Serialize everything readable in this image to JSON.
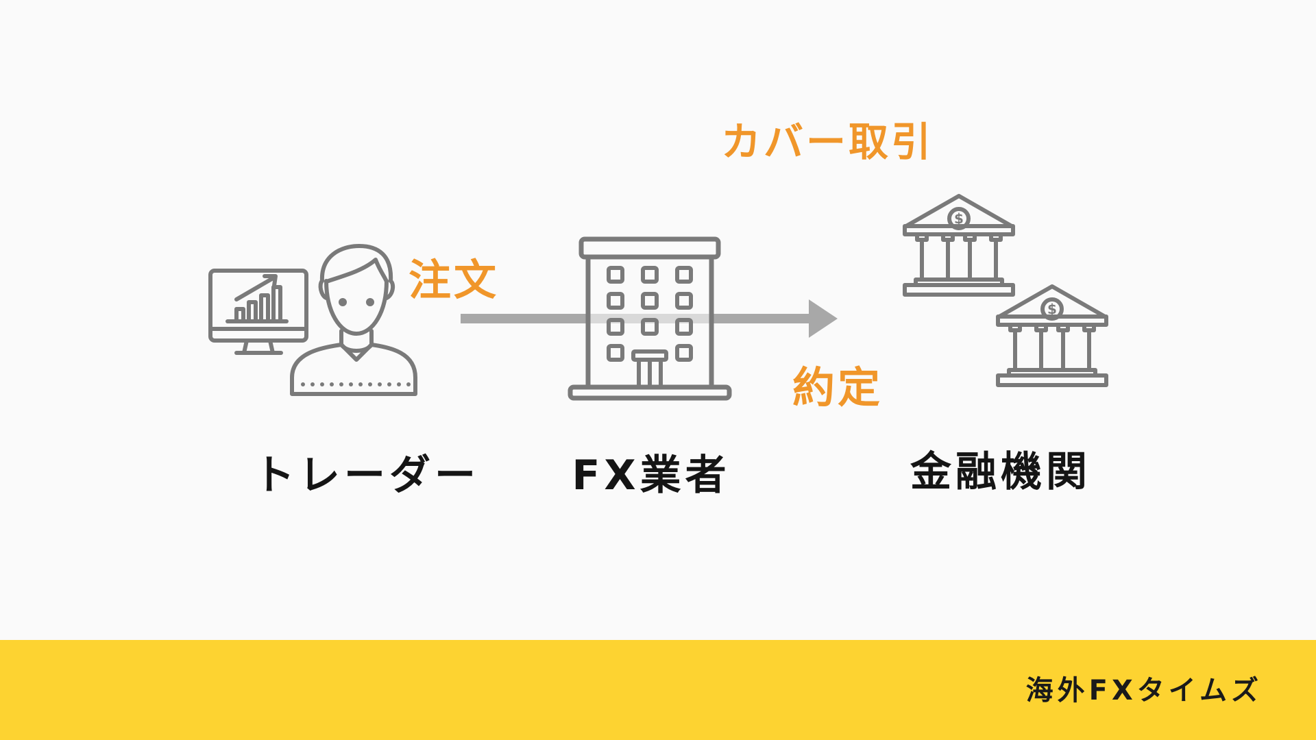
{
  "labels": {
    "cover_trade": "カバー取引",
    "order": "注文",
    "execution": "約定"
  },
  "entities": {
    "trader": "トレーダー",
    "fx_broker": "FX業者",
    "financial_institution": "金融機関"
  },
  "footer": {
    "brand": "海外FXタイムズ"
  },
  "colors": {
    "accent_orange": "#f0962a",
    "icon_gray": "#7a7a7a",
    "arrow_gray": "#a8a8a8",
    "footer_yellow": "#fdd331",
    "background": "#fafafa"
  },
  "icons": {
    "trader": "trader-with-chart-monitor-icon",
    "fx_broker": "office-building-icon",
    "bank": "bank-building-icon"
  }
}
